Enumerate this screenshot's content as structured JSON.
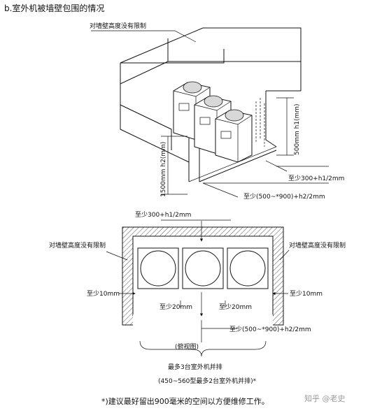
{
  "section_title": "b.室外机被墙壁包围的情况",
  "iso": {
    "wall_unlimited": "对墙壁高度没有限制",
    "h1_label": "500mm h1(mm)",
    "h2_label": "1500mm h2(mm)",
    "gap_right": "至少300+h1/2mm",
    "gap_front": "至少(500~*900)+h2/2mm"
  },
  "top_view": {
    "gap_top": "至少300+h1/2mm",
    "wall_left": "对墙壁高度没有限制",
    "wall_right": "对墙壁高度没有限制",
    "side_left": "至少10mm",
    "side_right": "至少10mm",
    "between_left": "至少20mm",
    "between_right": "至少20mm",
    "gap_front": "至少(500~*900)+h2/2mm",
    "view_caption": "(俯视图)",
    "max_units": "最多3台室外机并排",
    "max_units_note": "(450~560型最多2台室外机并排)*"
  },
  "footnote": "*)建议最好留出900毫米的空间以方便维修工作。",
  "watermark": "知乎 @老史"
}
